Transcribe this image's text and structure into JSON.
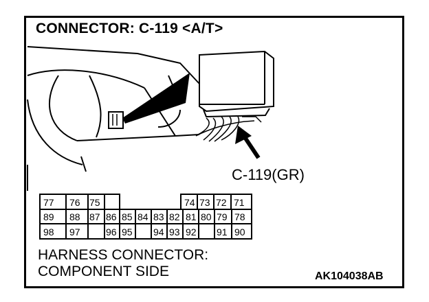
{
  "title": "CONNECTOR: C-119 <A/T>",
  "connector_label": "C-119(GR)",
  "footer": {
    "line1": "HARNESS CONNECTOR:",
    "line2": "COMPONENT SIDE"
  },
  "code": "AK104038AB",
  "pins": {
    "row1": [
      "77",
      "76",
      "75",
      "74",
      "73",
      "72",
      "71"
    ],
    "row2": [
      "89",
      "88",
      "87",
      "86",
      "85",
      "84",
      "83",
      "82",
      "81",
      "80",
      "79",
      "78"
    ],
    "row3": [
      "98",
      "97",
      "96",
      "95",
      "94",
      "93",
      "92",
      "91",
      "90"
    ]
  }
}
